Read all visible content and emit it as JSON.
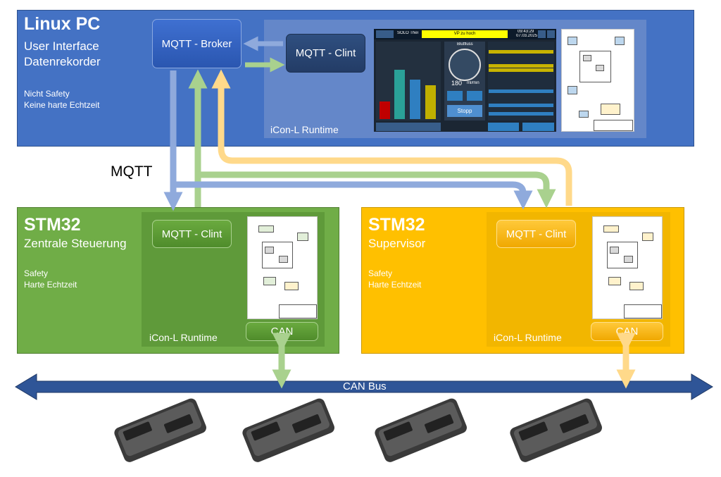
{
  "linux": {
    "title": "Linux PC",
    "line1": "User Interface",
    "line2": "Datenrekorder",
    "note1": "Nicht Safety",
    "note2": "Keine harte Echtzeit",
    "broker_label": "MQTT - Broker",
    "client_label": "MQTT - Clint",
    "runtime_label": "iCon-L Runtime"
  },
  "mqtt_label": "MQTT",
  "stm_central": {
    "title": "STM32",
    "line1": "Zentrale Steuerung",
    "note1": "Safety",
    "note2": "Harte Echtzeit",
    "client_label": "MQTT - Clint",
    "can_label": "CAN",
    "runtime_label": "iCon-L Runtime"
  },
  "stm_supervisor": {
    "title": "STM32",
    "line1": "Supervisor",
    "note1": "Safety",
    "note2": "Harte Echtzeit",
    "client_label": "MQTT - Clint",
    "can_label": "CAN",
    "runtime_label": "iCon-L Runtime"
  },
  "can_bus_label": "CAN Bus",
  "hmi": {
    "header_title": "SOLO Therapie",
    "alarm_text": "VP zu hoch",
    "clock_time": "09:43:29",
    "clock_date": "07.03.2025",
    "gauge_title": "Blutfluss",
    "gauge_value": "180",
    "gauge_unit": "ml/min",
    "stop_label": "Stopp"
  },
  "colors": {
    "linux_panel": "#4472c4",
    "stm_central_panel": "#70ad47",
    "stm_supervisor_panel": "#ffc000",
    "can_bus": "#2f5597",
    "arrow_blue": "#8faadc",
    "arrow_green": "#a9d18e",
    "arrow_orange": "#ffd98a"
  },
  "icons": [
    "arrow-icon",
    "can-module-icon"
  ]
}
